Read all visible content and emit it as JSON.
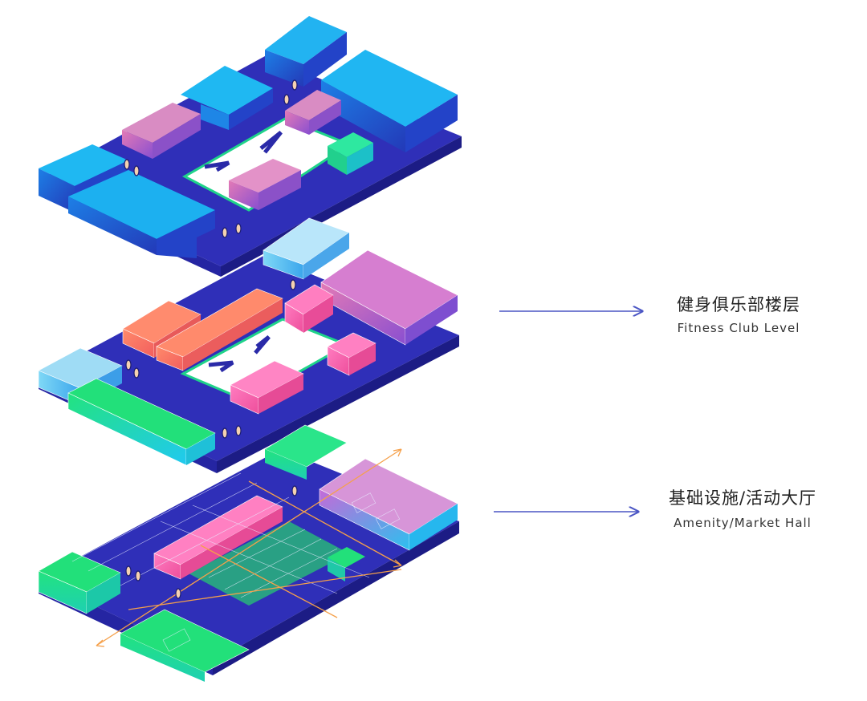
{
  "labels": {
    "fitness": {
      "zh": "健身俱乐部楼层",
      "en": "Fitness Club Level"
    },
    "amenity": {
      "zh": "基础设施/活动大厅",
      "en": "Amenity/Market Hall"
    }
  },
  "colors": {
    "arrow": "#4a55c4",
    "slab_top": "#2f2fb8",
    "slab_left": "#2424a0",
    "slab_right": "#1a1a80",
    "blue_light": "#17b5f2",
    "blue_dark": "#1f4fd6",
    "pink": "#ef6aa8",
    "coral": "#f7775f",
    "green": "#22e08a",
    "cyan": "#21c7ee",
    "purple": "#a04bd6",
    "orange_route": "#f5a04a"
  }
}
